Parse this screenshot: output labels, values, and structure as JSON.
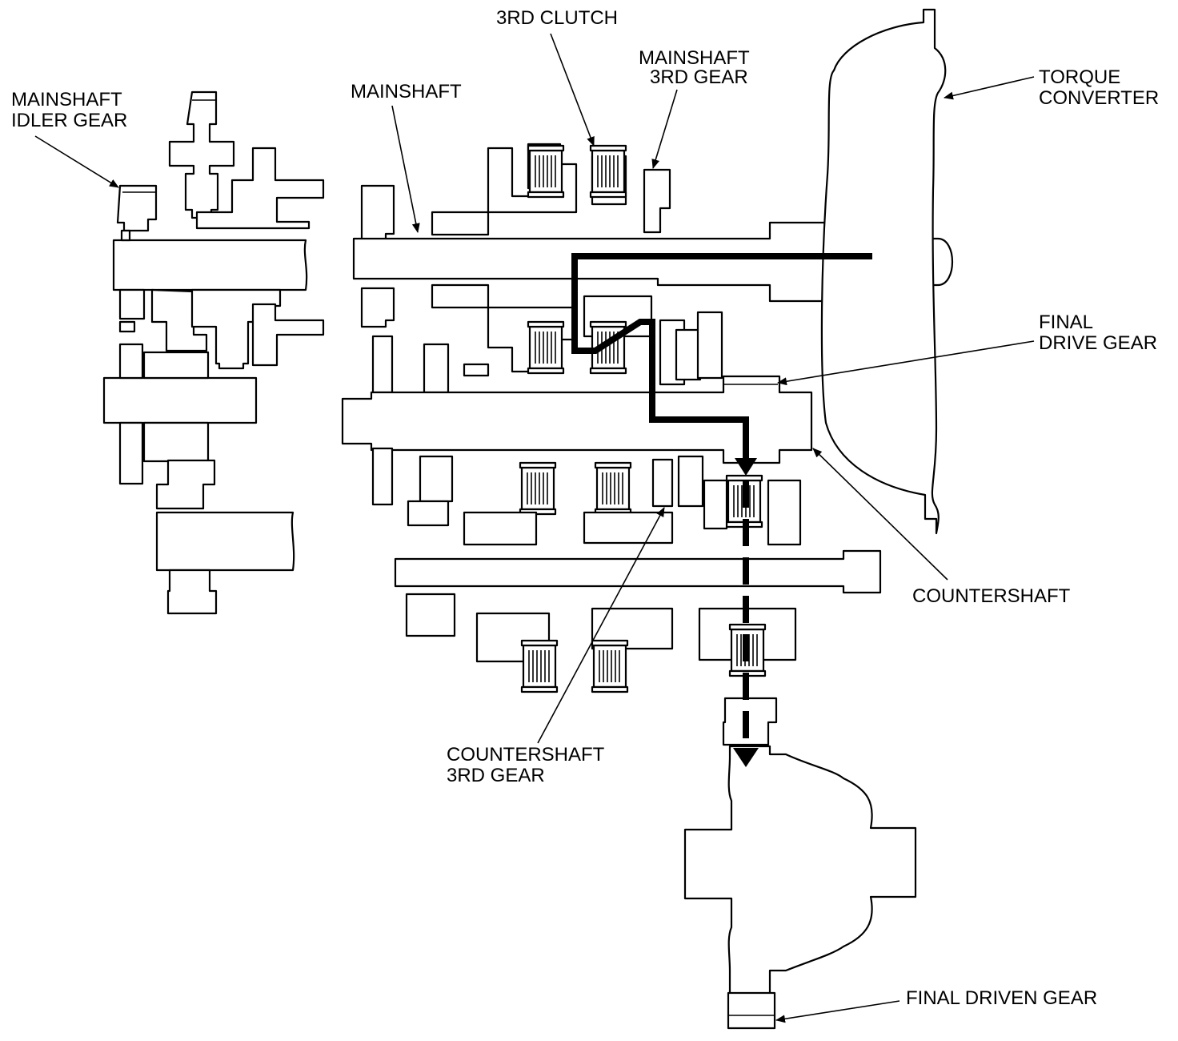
{
  "labels": {
    "mainshaft_idler_gear": [
      "MAINSHAFT",
      "IDLER GEAR"
    ],
    "mainshaft": [
      "MAINSHAFT"
    ],
    "third_clutch": [
      "3RD CLUTCH"
    ],
    "mainshaft_third_gear": [
      "MAINSHAFT",
      "3RD GEAR"
    ],
    "torque_converter": [
      "TORQUE",
      "CONVERTER"
    ],
    "final_drive_gear": [
      "FINAL",
      "DRIVE GEAR"
    ],
    "countershaft": [
      "COUNTERSHAFT"
    ],
    "countershaft_third_gear": [
      "COUNTERSHAFT",
      "3RD GEAR"
    ],
    "final_driven_gear": [
      "FINAL DRIVEN GEAR"
    ]
  },
  "colors": {
    "ink": "#000000",
    "paper": "#ffffff"
  }
}
